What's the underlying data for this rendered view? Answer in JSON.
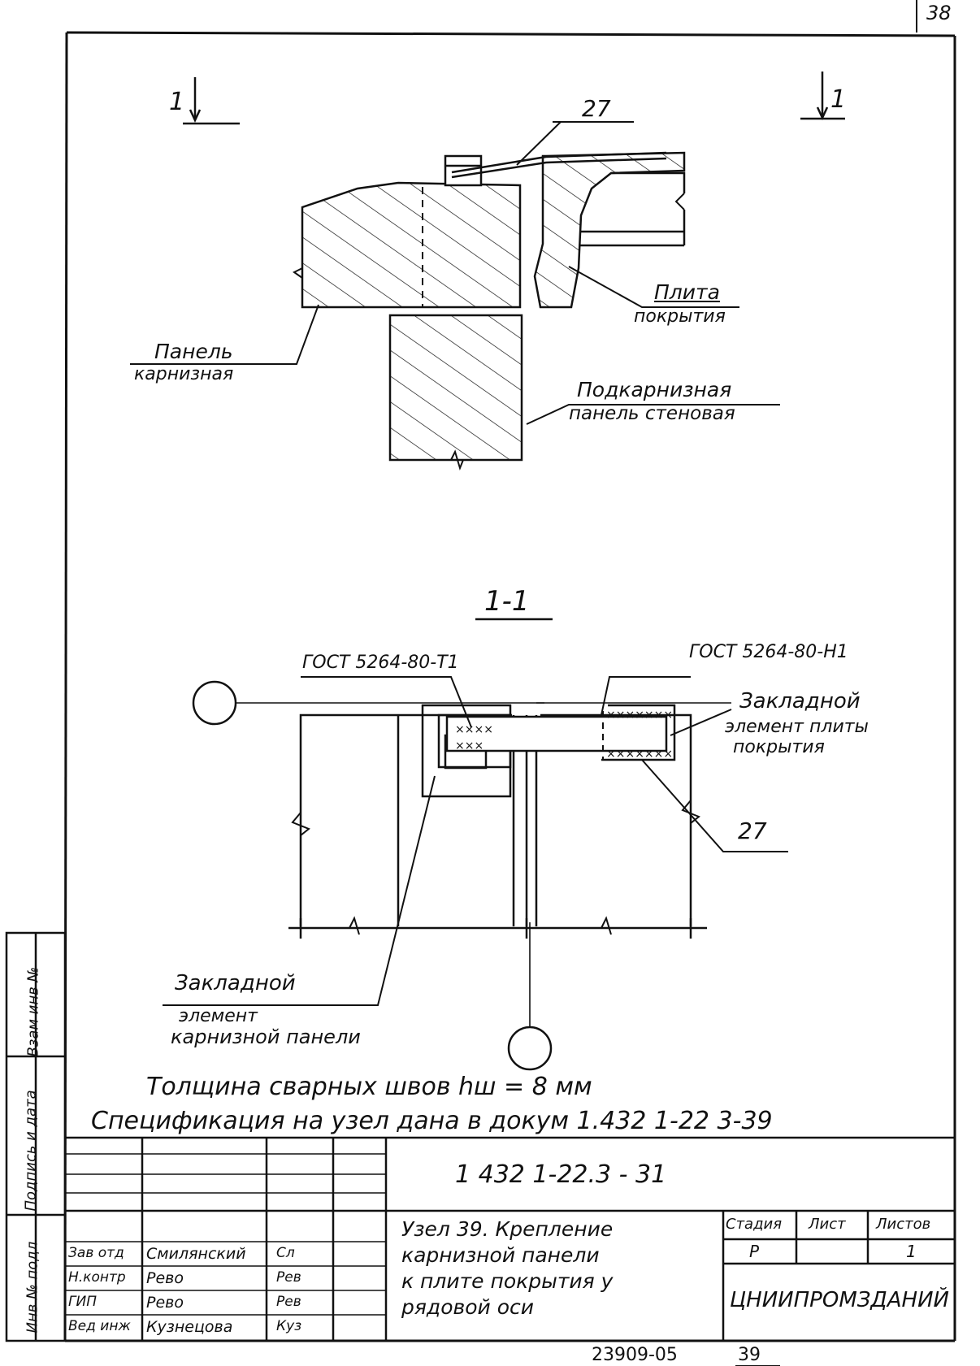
{
  "sheet": {
    "page_number": "38",
    "footer_number": "23909-05",
    "footer_page": "39"
  },
  "section_marks": {
    "left": "1",
    "right": "1",
    "section_title": "1-1"
  },
  "labels": {
    "item_27_top": "27",
    "roof_slab": [
      "Плита",
      "покрытия"
    ],
    "cornice_panel": [
      "Панель",
      "карнизная"
    ],
    "under_cornice_panel": [
      "Подкарнизная",
      "панель стеновая"
    ],
    "weld_t1": "ГОСТ 5264-80-Т1",
    "weld_h1": "ГОСТ 5264-80-Н1",
    "slab_embedded": [
      "Закладной",
      "элемент плиты",
      "покрытия"
    ],
    "item_27_section": "27",
    "panel_embedded": [
      "Закладной",
      "элемент",
      "карнизной панели"
    ]
  },
  "notes": {
    "weld_thickness": "Толщина сварных   швов   hш = 8 мм",
    "specification": "Спецификация на узел дана в докум  1.432 1-22 3-39"
  },
  "title_block": {
    "doc_code": "1 432 1-22.3 - 31",
    "title": [
      "Узел 39.  Крепление",
      "карнизной   панели",
      "к плите   покрытия у",
      "рядовой  оси"
    ],
    "headers": {
      "stage": "Стадия",
      "sheet": "Лист",
      "sheets": "Листов"
    },
    "values": {
      "stage": "Р",
      "sheet": "",
      "sheets": "1"
    },
    "organization": "ЦНИИПРОМЗДАНИЙ",
    "staff": [
      {
        "role": "Зав отд",
        "name": "Смилянский",
        "sign": "Сл"
      },
      {
        "role": "Н.контр",
        "name": "Рево",
        "sign": "Рев"
      },
      {
        "role": "ГИП",
        "name": "Рево",
        "sign": "Рев"
      },
      {
        "role": "Вед инж",
        "name": "Кузнецова",
        "sign": "Куз"
      }
    ]
  },
  "side_stamp": [
    "Инв № подл",
    "Подпись и дата",
    "Взам инв №"
  ]
}
